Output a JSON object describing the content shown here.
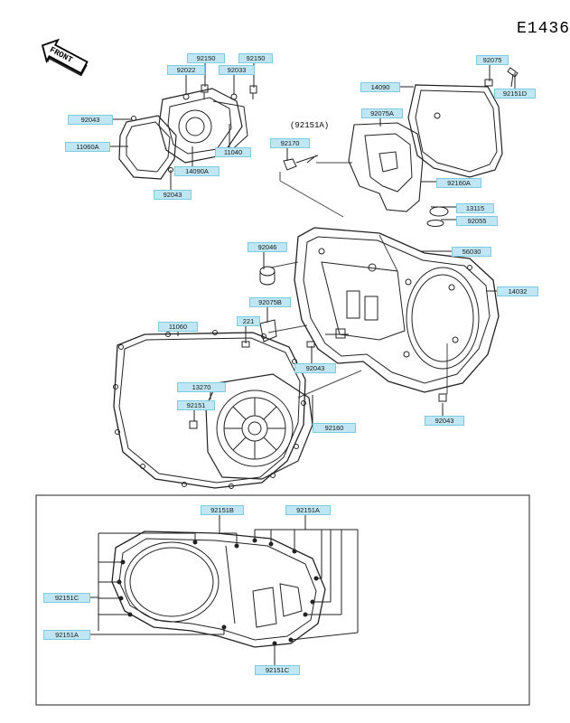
{
  "diagram": {
    "code": "E1436",
    "front_text": "FRONT",
    "group_label": "(92151A)",
    "labels": {
      "p92150a": "92150",
      "p92150b": "92150",
      "p92022": "92022",
      "p92033": "92033",
      "p92043a": "92043",
      "p11060a": "11060A",
      "p14090a": "14090A",
      "p11040": "11040",
      "p92043b": "92043",
      "p92075": "92075",
      "p14090": "14090",
      "p92151d": "92151D",
      "p92075a": "92075A",
      "p92170": "92170",
      "p92160a": "92160A",
      "p13115": "13115",
      "p92055": "92055",
      "p92046": "92046",
      "p56030": "56030",
      "p14032": "14032",
      "p92075b": "92075B",
      "p11060": "11060",
      "p221": "221",
      "p92043c": "92043",
      "p13270": "13270",
      "p92151": "92151",
      "p92160": "92160",
      "p92043d": "92043",
      "p92151b": "92151B",
      "p92151a": "92151A",
      "p92151c": "92151C",
      "p92151a2": "92151A",
      "p92151c2": "92151C"
    }
  }
}
